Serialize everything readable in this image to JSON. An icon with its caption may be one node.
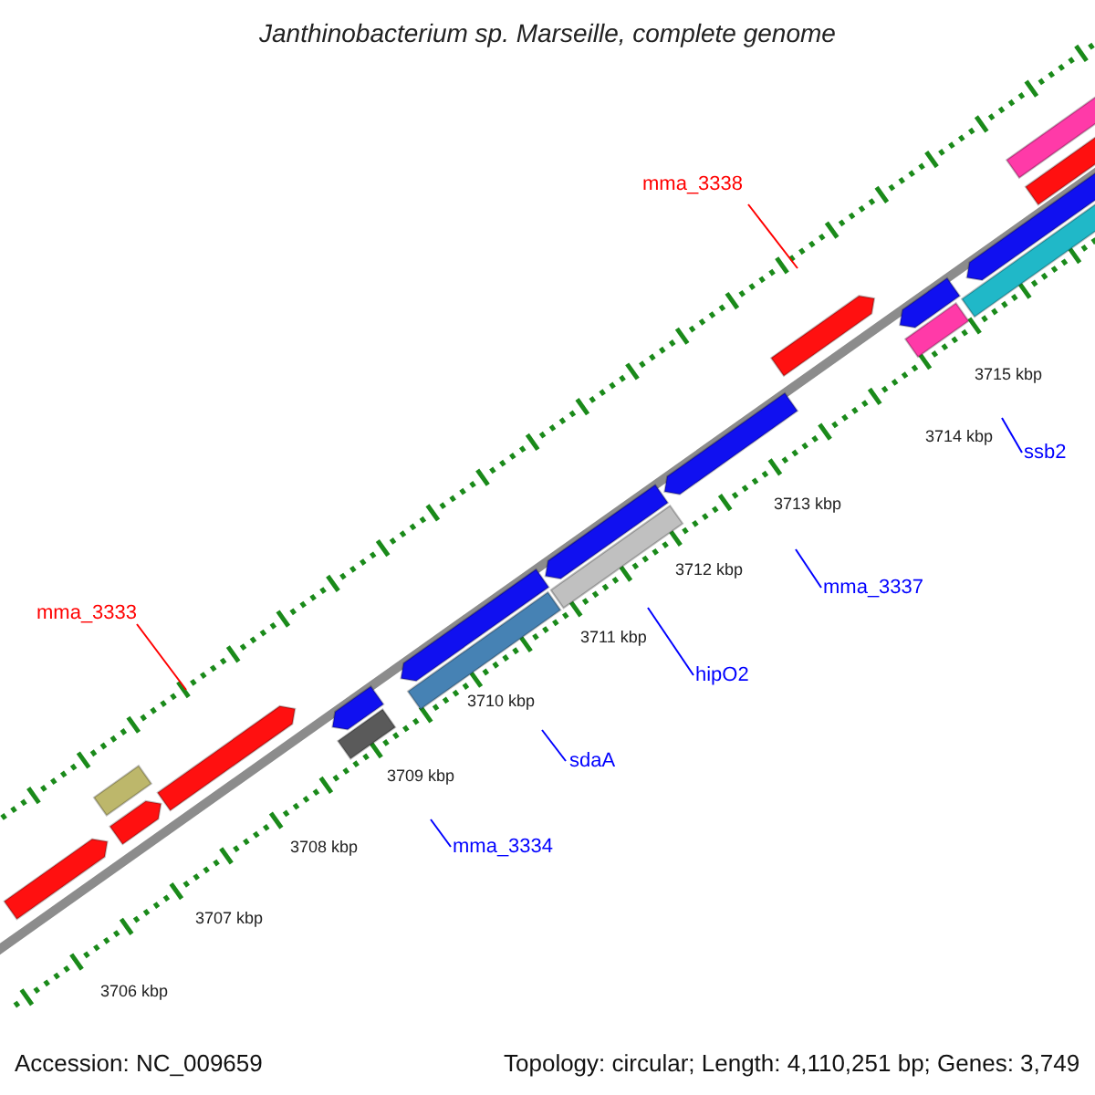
{
  "diagram": {
    "title": "Janthinobacterium sp. Marseille, complete genome",
    "nodes": [
      {
        "text": [
          "mma_3338"
        ]
      },
      {
        "text": [
          "ssb2"
        ]
      },
      {
        "text": [
          "mma_3333"
        ]
      },
      {
        "text": [
          "mma_3337"
        ]
      },
      {
        "text": [
          "hipO2"
        ]
      },
      {
        "text": [
          "sdaA"
        ]
      },
      {
        "text": [
          "mma_3334"
        ]
      }
    ],
    "edges": [
      {
        "from": 0,
        "to": null,
        "arrow": "none",
        "color": "#ff0000"
      },
      {
        "from": 1,
        "to": null,
        "arrow": "none"
      },
      {
        "from": 2,
        "to": null,
        "arrow": "none",
        "color": "#ff0000"
      },
      {
        "from": 3,
        "to": null,
        "arrow": "none"
      },
      {
        "from": 4,
        "to": null,
        "arrow": "none"
      },
      {
        "from": 5,
        "to": null,
        "arrow": "none"
      },
      {
        "from": 6,
        "to": null,
        "arrow": "none"
      }
    ],
    "labels": [
      "3715 kbp",
      "3714 kbp",
      "3713 kbp",
      "3712 kbp",
      "3711 kbp",
      "3710 kbp",
      "3709 kbp",
      "3708 kbp",
      "3707 kbp",
      "3706 kbp",
      "Accession: NC_009659",
      "Topology: circular; Length: 4,110,251 bp; Genes: 3,749"
    ]
  }
}
